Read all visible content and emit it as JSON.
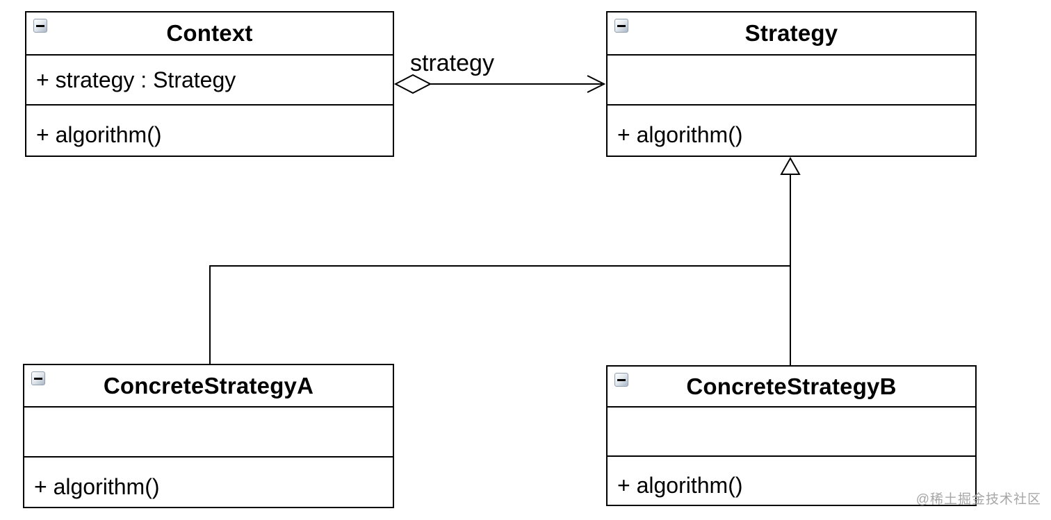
{
  "diagram": {
    "kind": "uml-class-diagram",
    "pattern": "Strategy",
    "classes": [
      {
        "name": "Context",
        "attributes": [
          "+ strategy : Strategy"
        ],
        "methods": [
          "+ algorithm()"
        ]
      },
      {
        "name": "Strategy",
        "attributes": [],
        "methods": [
          "+ algorithm()"
        ]
      },
      {
        "name": "ConcreteStrategyA",
        "attributes": [],
        "methods": [
          "+ algorithm()"
        ]
      },
      {
        "name": "ConcreteStrategyB",
        "attributes": [],
        "methods": [
          "+ algorithm()"
        ]
      }
    ],
    "relationships": [
      {
        "type": "aggregation",
        "from": "Context",
        "to": "Strategy",
        "label": "strategy",
        "tail": "hollow-diamond",
        "head": "open-arrowhead"
      },
      {
        "type": "generalization",
        "from": "ConcreteStrategyA",
        "to": "Strategy",
        "head": "hollow-triangle"
      },
      {
        "type": "generalization",
        "from": "ConcreteStrategyB",
        "to": "Strategy",
        "head": "hollow-triangle"
      }
    ],
    "icons": {
      "collapse": "collapse-minus-icon"
    }
  },
  "watermark": "@稀土掘金技术社区",
  "colors": {
    "line": "#000000",
    "background": "#ffffff",
    "text": "#000000",
    "watermark": "#a6a6a6",
    "collapse_icon_border": "#8e9db0"
  }
}
